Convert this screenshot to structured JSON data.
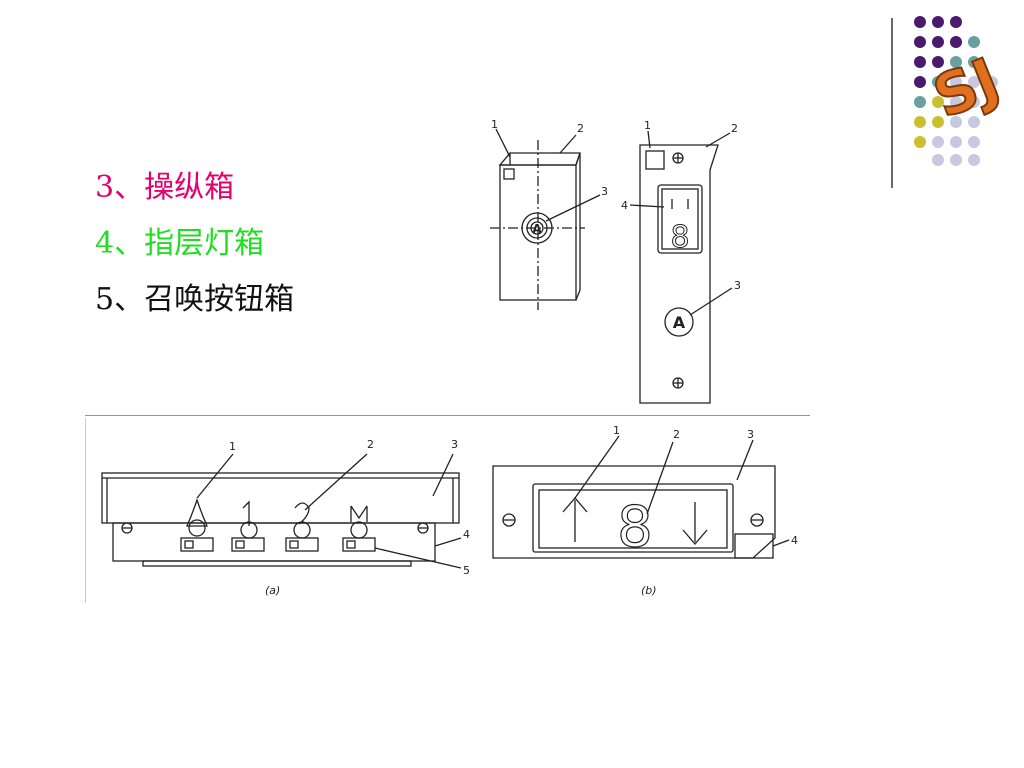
{
  "bullets": [
    {
      "text": "3、操纵箱",
      "color": "#e6006e"
    },
    {
      "text": "4、指层灯箱",
      "color": "#22dd22"
    },
    {
      "text": "5、召唤按钮箱",
      "color": "#111111"
    }
  ],
  "figure_top": {
    "left_part": {
      "callouts": [
        "1",
        "2",
        "3"
      ],
      "button_symbol": "A"
    },
    "right_part": {
      "callouts": [
        "1",
        "2",
        "3",
        "4"
      ],
      "button_symbol": "A",
      "display_digit": "8"
    }
  },
  "figure_bottom": {
    "panel_a": {
      "callouts": [
        "1",
        "2",
        "3",
        "4",
        "5"
      ],
      "caption": "(a)"
    },
    "panel_b": {
      "callouts": [
        "1",
        "2",
        "3",
        "4"
      ],
      "display_digit": "8",
      "caption": "(b)"
    }
  },
  "logo": {
    "text": "SJ",
    "colors": {
      "purple": "#4a1a6e",
      "teal": "#6aa0a0",
      "olive": "#c8c030",
      "lavender": "#c8c8e0",
      "orange": "#e07020"
    }
  }
}
